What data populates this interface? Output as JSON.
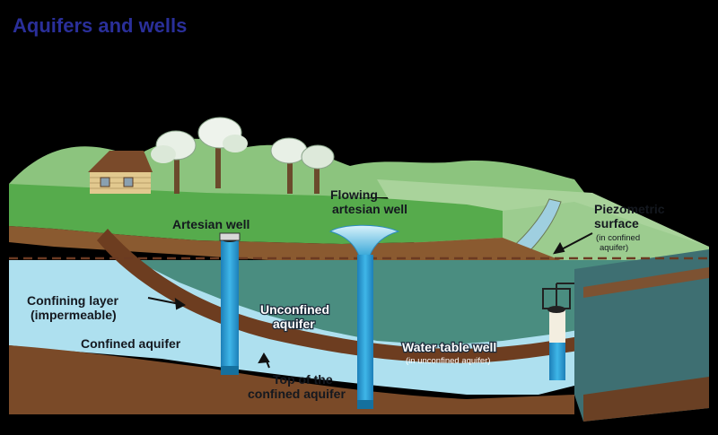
{
  "title": "Aquifers and wells",
  "labels": {
    "artesian_well": "Artesian well",
    "flowing_1": "Flowing",
    "flowing_2": "artesian well",
    "piezo_1": "Piezometric",
    "piezo_2": "surface",
    "piezo_note_1": "(in confined",
    "piezo_note_2": "aquifer)",
    "confining_1": "Confining layer",
    "confining_2": "(impermeable)",
    "confined_aquifer": "Confined aquifer",
    "unconfined_1": "Unconfined",
    "unconfined_2": "aquifer",
    "top_1": "Top of the",
    "top_2": "confined aquifer",
    "water_table_well": "Water table well",
    "water_table_note": "(in unconfined aquifer)"
  },
  "colors": {
    "background": "#000000",
    "title": "#2a2f9a",
    "hills": "#8cc47e",
    "grass": "#4fa84a",
    "soil": "#8a5a30",
    "confined_aquifer": "#aee0ef",
    "unconfined_aquifer": "#4a8d80",
    "well_water": "#2aa0d8",
    "piezometric_line": "#6b3a22"
  }
}
